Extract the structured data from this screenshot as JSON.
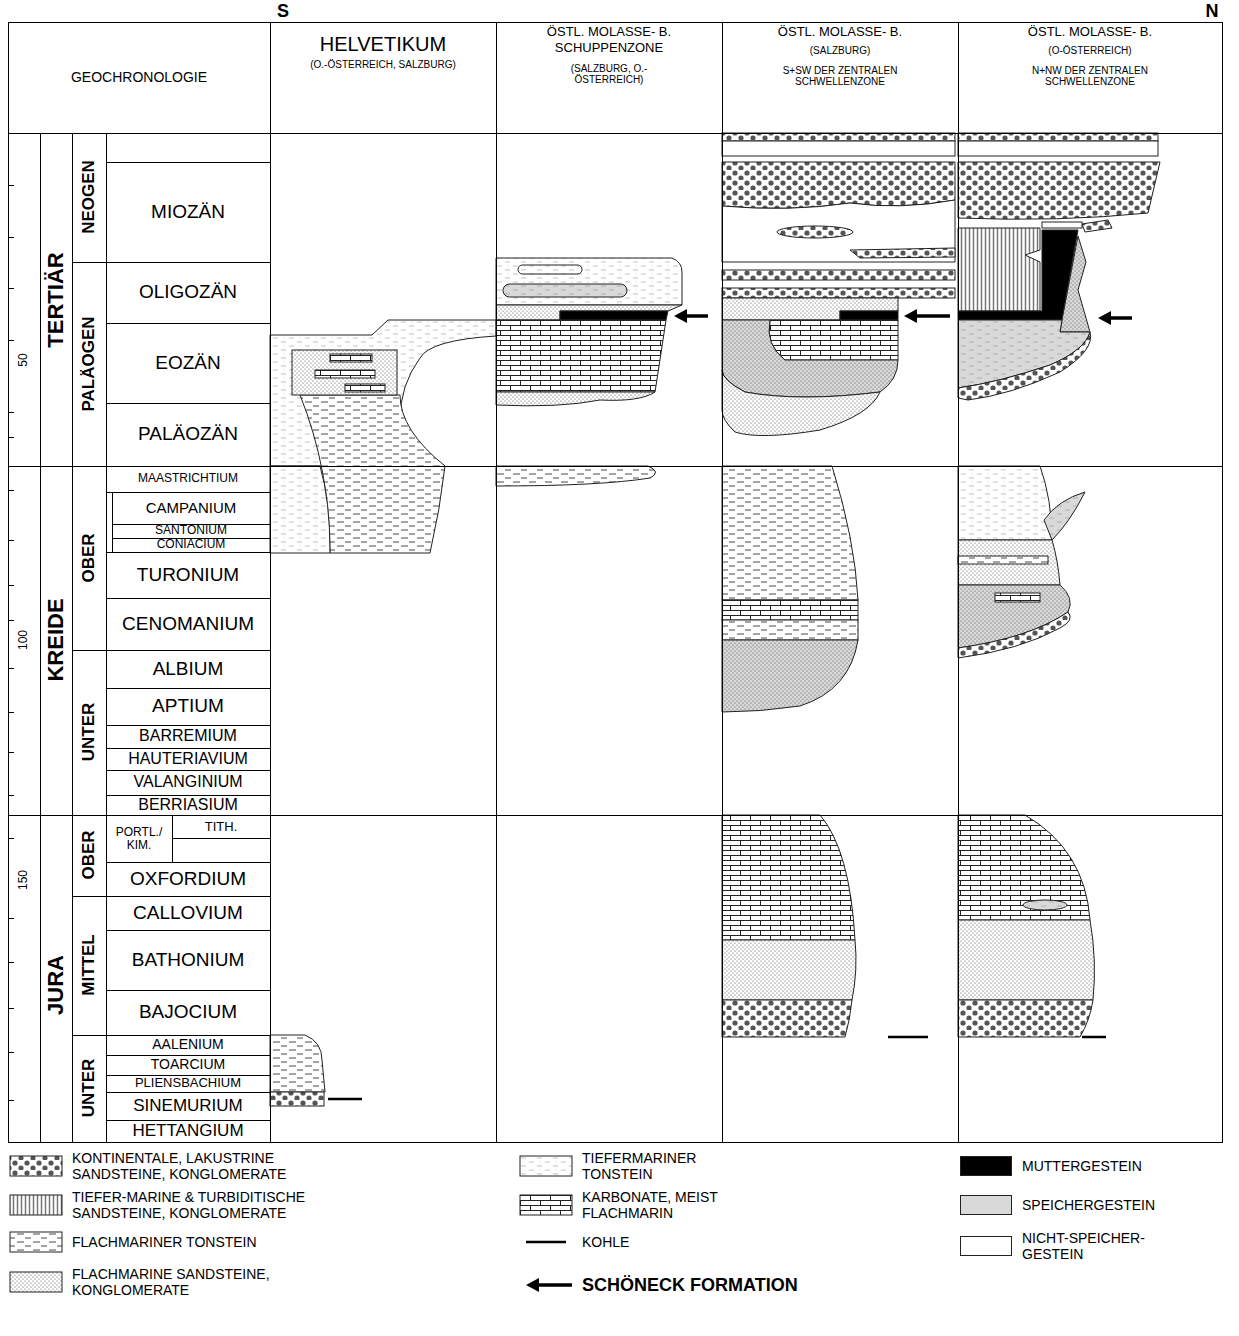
{
  "diagram": {
    "labels": [
      "S",
      "N",
      "GEOCHRONOLOGIE",
      "HELVETIKUM",
      "(O.-ÖSTERREICH, SALZBURG)",
      "ÖSTL. MOLASSE- B.",
      "SCHUPPENZONE",
      "(SALZBURG, O.-ÖSTERREICH)",
      "ÖSTL. MOLASSE- B.",
      "(SALZBURG)",
      "S+SW DER ZENTRALEN SCHWELLENZONE",
      "ÖSTL. MOLASSE- B.",
      "(O-ÖSTERREICH)",
      "N+NW DER ZENTRALEN SCHWELLENZONE",
      "TERTIÄR",
      "NEOGEN",
      "MIOZÄN",
      "PALÄOGEN",
      "OLIGOZÄN",
      "EOZÄN",
      "PALÄOZÄN",
      "50",
      "KREIDE",
      "OBER",
      "MAASTRICHTIUM",
      "CAMPANIUM",
      "SANTONIUM",
      "CONIACIUM",
      "TURONIUM",
      "CENOMANIUM",
      "100",
      "UNTER",
      "ALBIUM",
      "APTIUM",
      "BARREMIUM",
      "HAUTERIAVIUM",
      "VALANGINIUM",
      "BERRIASIUM",
      "JURA",
      "OBER",
      "PORTL./ KIM.",
      "TITH.",
      "150",
      "OXFORDIUM",
      "MITTEL",
      "CALLOVIUM",
      "BATHONIUM",
      "BAJOCIUM",
      "UNTER",
      "AALENIUM",
      "TOARCIUM",
      "PLIENSBACHIUM",
      "SINEMURIUM",
      "HETTANGIUM"
    ],
    "legend": [
      {
        "text": "KONTINENTALE, LAKUSTRINE SANDSTEINE, KONGLOMERATE"
      },
      {
        "text": "TIEFER-MARINE & TURBIDITISCHE SANDSTEINE, KONGLOMERATE"
      },
      {
        "text": "FLACHMARINER TONSTEIN"
      },
      {
        "text": "FLACHMARINE SANDSTEINE, KONGLOMERATE"
      },
      {
        "text": "TIEFERMARINER TONSTEIN"
      },
      {
        "text": "KARBONATE, MEIST FLACHMARIN"
      },
      {
        "text": "KOHLE"
      },
      {
        "text": "SCHÖNECK FORMATION"
      },
      {
        "text": "MUTTERGESTEIN",
        "color": "#000000"
      },
      {
        "text": "SPEICHERGESTEIN",
        "color": "#d9d9d9"
      },
      {
        "text": "NICHT-SPEICHER-GESTEIN",
        "color": "#ffffff"
      }
    ]
  }
}
